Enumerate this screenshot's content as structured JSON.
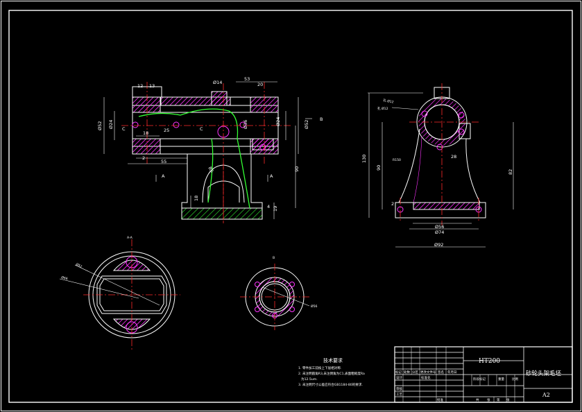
{
  "colors": {
    "background": "#000000",
    "outline": "#ffffff",
    "center": "#ff2a2a",
    "hatch": "#ff33ff",
    "cast": "#33ff33",
    "dim": "#ffffff"
  },
  "front_view": {
    "dims": {
      "d12": "12",
      "d13": "13",
      "d53": "53",
      "d20": "20",
      "d14": "Ø14",
      "d52l": "Ø52",
      "d24l": "Ø24",
      "d18": "18",
      "d25": "25",
      "d2": "2",
      "d55": "55",
      "d36": "Ø36",
      "d24r": "Ø24",
      "d52r": "Ø52",
      "d90": "90",
      "d19": "19",
      "d18b": "18",
      "d4": "4"
    },
    "labels": {
      "c1": "C",
      "c2": "C",
      "a1": "A",
      "a2": "A",
      "b": "B",
      "r": "R5"
    }
  },
  "side_view": {
    "dims": {
      "d130": "130",
      "d90": "90",
      "d82": "82",
      "d28": "28",
      "d2": "2",
      "d56": "Ø56",
      "d74": "Ø74",
      "d92": "Ø92",
      "r": "R150"
    },
    "labels": {
      "note": "孔 Ø12",
      "lead": "孔 Ø12"
    }
  },
  "section_aa": {
    "title": "A-A",
    "r1": "Ø52",
    "r2": "Ø66"
  },
  "view_b": {
    "title": "B",
    "r": "Ø56"
  },
  "tech": {
    "title": "技术要求",
    "line1": "1. 零件加工前按上下层相对称.",
    "line2": "2. 未注明圆角R3,未注倒角为C1,表面粗糙度Ra",
    "line3": "为12.5um.",
    "line4": "3. 未注明尺寸公差应符合GB1184-80的要求."
  },
  "title_block": {
    "material": "HT200",
    "name": "砂轮头架毛坯",
    "sheet": "A2",
    "r1": [
      "标记",
      "处数",
      "分区",
      "更改文件号",
      "签名",
      "年月日"
    ],
    "rows": [
      "设计",
      "审核",
      "工艺"
    ],
    "mid": [
      "标准化",
      "批准"
    ],
    "stage": [
      "阶段标记",
      "重量",
      "比例"
    ],
    "bottom": [
      "共",
      "张",
      "第",
      "张"
    ]
  }
}
